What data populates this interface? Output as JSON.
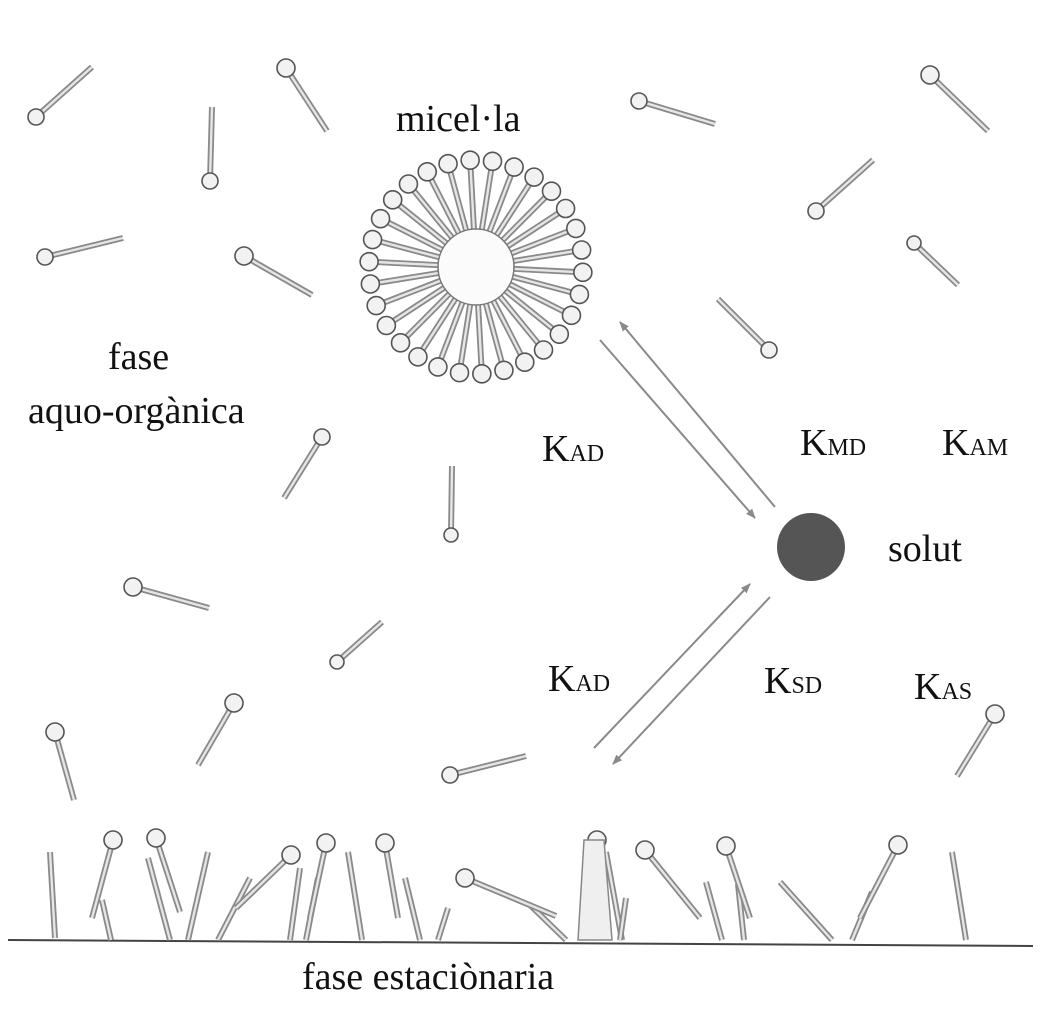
{
  "labels": {
    "micelle": "micel·la",
    "mobile_phase_line1": "fase",
    "mobile_phase_line2": "aquo-orgànica",
    "solute": "solut",
    "stationary_phase": "fase estaciònaria"
  },
  "constants": {
    "k_ad_top": {
      "main": "K",
      "sub": "AD"
    },
    "k_md": {
      "main": "K",
      "sub": "MD"
    },
    "k_am": {
      "main": "K",
      "sub": "AM"
    },
    "k_ad_bottom": {
      "main": "K",
      "sub": "AD"
    },
    "k_sd": {
      "main": "K",
      "sub": "SD"
    },
    "k_as": {
      "main": "K",
      "sub": "AS"
    }
  },
  "colors": {
    "line": "#8a8a8a",
    "head_fill": "#f2f2f2",
    "solute": "#555555",
    "text": "#111111"
  }
}
